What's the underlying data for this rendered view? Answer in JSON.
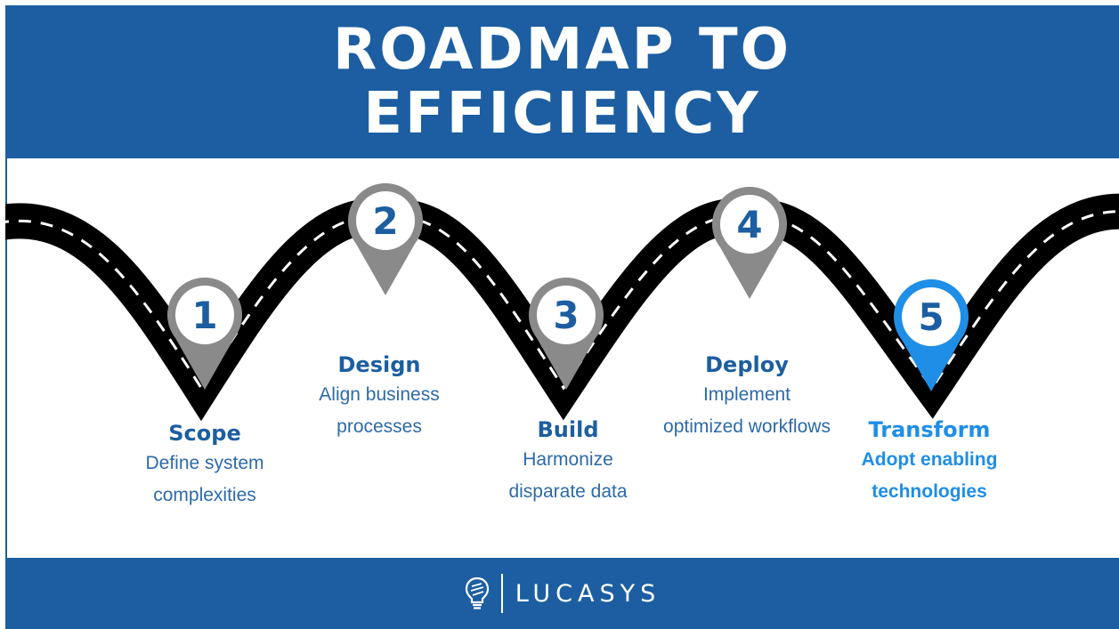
{
  "title": {
    "line1": "ROADMAP TO",
    "line2": "EFFICIENCY"
  },
  "colors": {
    "header_bg": "#1c5ea1",
    "text_blue": "#1c5ea1",
    "highlight_blue": "#1f8ee6",
    "pin_gray": "#8a8a8a",
    "road": "#000000"
  },
  "steps": [
    {
      "number": "1",
      "title": "Scope",
      "description": "Define system complexities",
      "active": false
    },
    {
      "number": "2",
      "title": "Design",
      "description": "Align business processes",
      "active": false
    },
    {
      "number": "3",
      "title": "Build",
      "description": "Harmonize disparate data",
      "active": false
    },
    {
      "number": "4",
      "title": "Deploy",
      "description": "Implement optimized workflows",
      "active": false
    },
    {
      "number": "5",
      "title": "Transform",
      "description": "Adopt enabling technologies",
      "active": true
    }
  ],
  "footer": {
    "brand": "LUCASYS",
    "logo_icon": "lightbulb-icon"
  }
}
